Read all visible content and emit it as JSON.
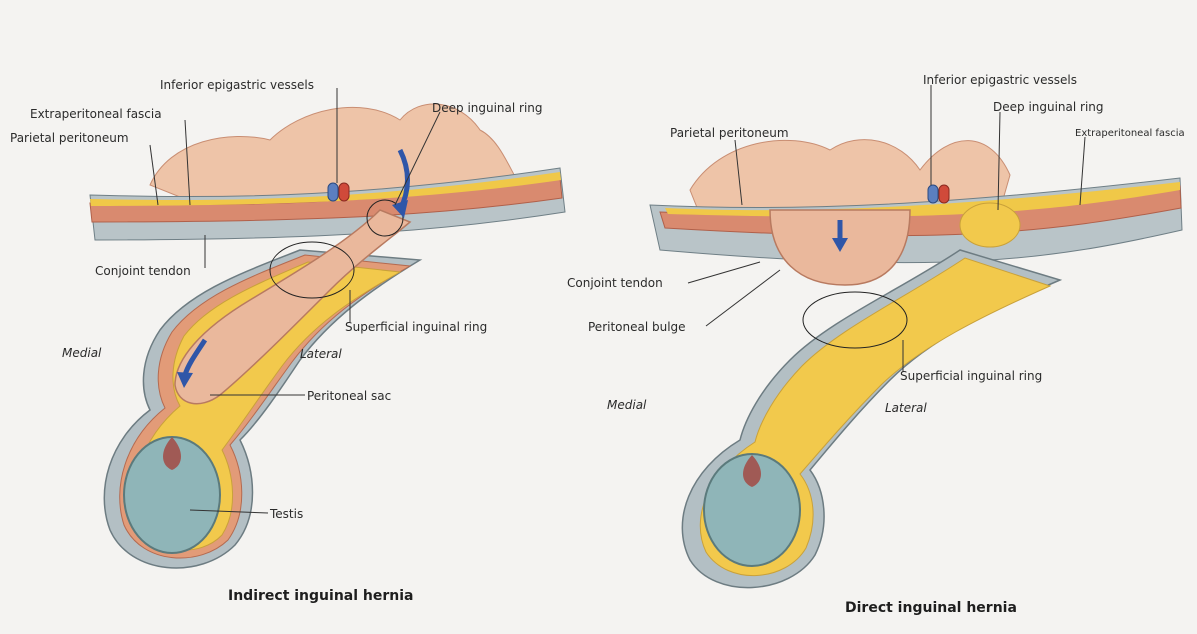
{
  "left_panel": {
    "caption": "Indirect inguinal hernia",
    "labels": {
      "inferior_epigastric": "Inferior epigastric vessels",
      "deep_ring": "Deep inguinal ring",
      "extraperitoneal": "Extraperitoneal fascia",
      "parietal": "Parietal peritoneum",
      "conjoint": "Conjoint tendon",
      "superficial_ring": "Superficial inguinal ring",
      "medial": "Medial",
      "lateral": "Lateral",
      "peritoneal_sac": "Peritoneal sac",
      "testis": "Testis"
    }
  },
  "right_panel": {
    "caption": "Direct inguinal hernia",
    "labels": {
      "inferior_epigastric": "Inferior epigastric vessels",
      "deep_ring": "Deep inguinal ring",
      "parietal": "Parietal peritoneum",
      "extraperitoneal": "Extraperitoneal fascia",
      "conjoint": "Conjoint tendon",
      "peritoneal_bulge": "Peritoneal bulge",
      "superficial_ring": "Superficial inguinal ring",
      "medial": "Medial",
      "lateral": "Lateral"
    }
  },
  "colors": {
    "peritoneum": "#e9b99a",
    "fat_yellow": "#f2c94c",
    "muscle_red": "#d9826a",
    "fascia_gray": "#a9b7bd",
    "testis": "#8fb5b8",
    "arrow_blue": "#2f56a8"
  }
}
